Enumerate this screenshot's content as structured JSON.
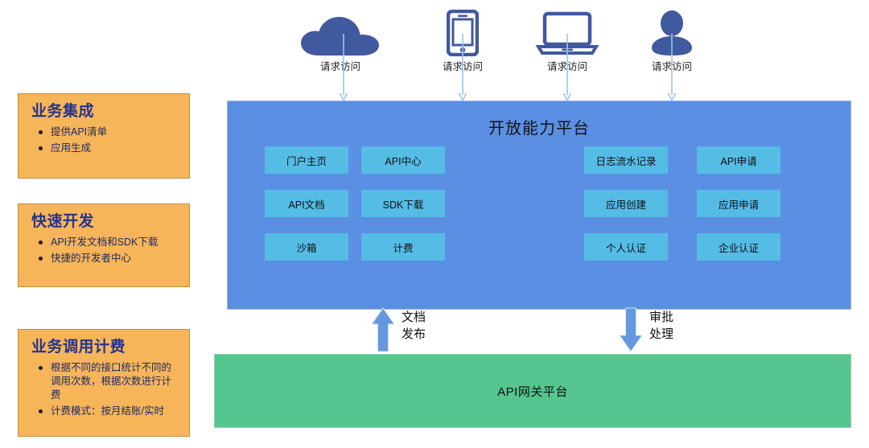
{
  "features": [
    {
      "title": "业务集成",
      "bullets": [
        "提供API清单",
        "应用生成"
      ]
    },
    {
      "title": "快速开发",
      "bullets": [
        "API开发文档和SDK下载",
        "快捷的开发者中心"
      ]
    },
    {
      "title": "业务调用计费",
      "bullets": [
        "根据不同的接口统计不同的调用次数，根据次数进行计费",
        "计费模式：按月结账/实时"
      ]
    }
  ],
  "devices": [
    {
      "icon": "cloud-icon",
      "caption": "请求访问"
    },
    {
      "icon": "phone-icon",
      "caption": "请求访问"
    },
    {
      "icon": "laptop-icon",
      "caption": "请求访问"
    },
    {
      "icon": "user-icon",
      "caption": "请求访问"
    }
  ],
  "open_platform": {
    "title": "开放能力平台",
    "chips": [
      "门户主页",
      "API中心",
      "日志流水记录",
      "API申请",
      "API文档",
      "SDK下载",
      "应用创建",
      "应用申请",
      "沙箱",
      "计费",
      "个人认证",
      "企业认证"
    ]
  },
  "flows": [
    {
      "direction": "up",
      "label": "文档\n发布"
    },
    {
      "direction": "down",
      "label": "审批\n处理"
    }
  ],
  "gateway": {
    "title": "API网关平台"
  },
  "colors": {
    "card_fill": "#f7b55a",
    "card_border": "#bf8f3f",
    "card_title": "#24348c",
    "platform_blue": "#5b8fe3",
    "chip_blue": "#55bce6",
    "gateway_green": "#55c68f",
    "icon_blue": "#41599f",
    "connector_blue": "#9dc3ec",
    "arrow_blue": "#6499e0"
  }
}
